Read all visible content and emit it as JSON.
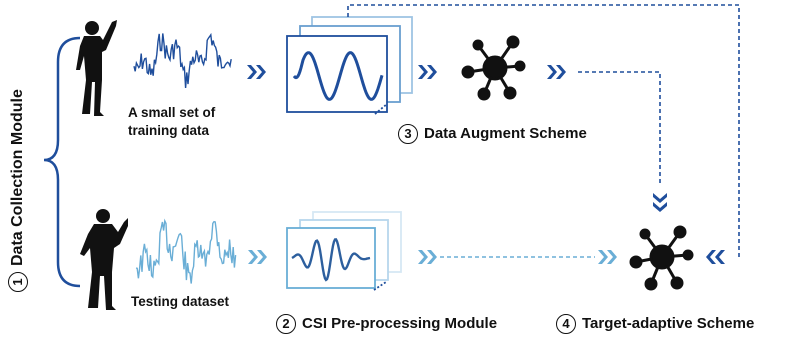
{
  "labels": {
    "training": "A small set of training data",
    "testing": "Testing dataset",
    "augment": "Data Augment Scheme",
    "csi": "CSI Pre-processing Module",
    "target": "Target-adaptive Scheme",
    "collection": "Data Collection Module"
  },
  "step_numbers": {
    "collection": "1",
    "csi": "2",
    "augment": "3",
    "target": "4"
  },
  "colors": {
    "dark_blue": "#1f4e9c",
    "light_blue": "#6aaed6",
    "node": "#111111"
  }
}
